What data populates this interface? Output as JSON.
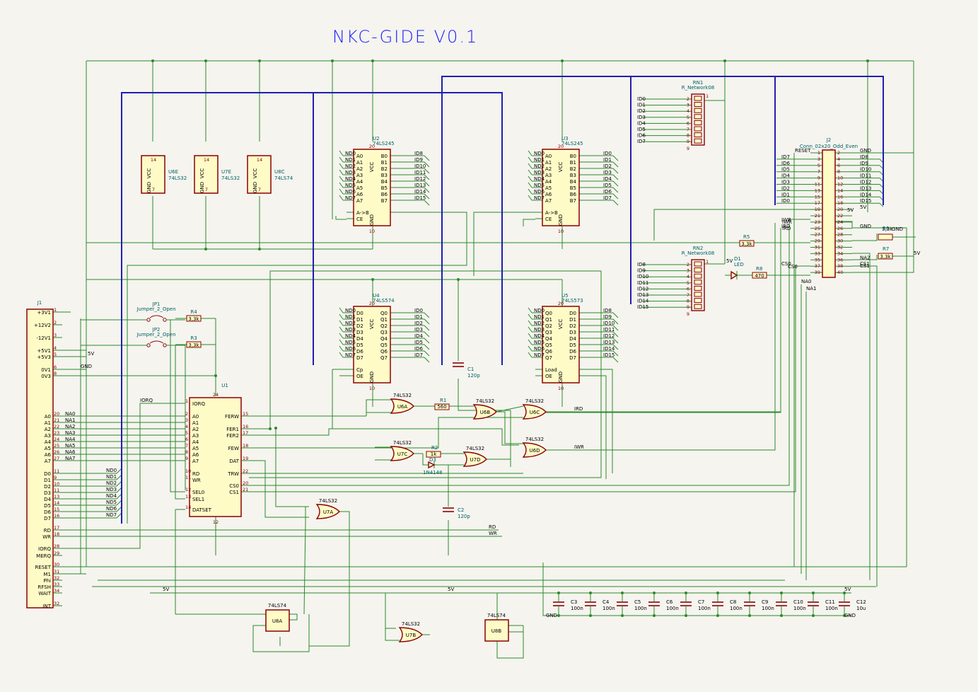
{
  "title": "NKC-GIDE V0.1",
  "colors": {
    "wire": "#2a8a2a",
    "bus": "#1f1fb0",
    "chip_fill": "#fffbc7",
    "chip_border": "#8b0000",
    "title": "#1c1cff"
  },
  "j1": {
    "ref": "J1",
    "pins": [
      "+3V1",
      "+12V2",
      "-12V1",
      "+5V1",
      "+5V3",
      "0V1",
      "0V3",
      "A0",
      "A1",
      "A2",
      "A3",
      "A4",
      "A5",
      "A6",
      "A7",
      "D0",
      "D1",
      "D2",
      "D3",
      "D4",
      "D5",
      "D6",
      "D7",
      "RD",
      "WR",
      "IORQ",
      "MERQ",
      "RESET",
      "M1",
      "Phi",
      "RFSH",
      "WAIT",
      "INT"
    ],
    "nets_left": [
      "NA0",
      "NA1",
      "NA2",
      "NA3",
      "NA4",
      "NA5",
      "NA6",
      "NA7"
    ],
    "nets_data": [
      "ND0",
      "ND1",
      "ND2",
      "ND3",
      "ND4",
      "ND5",
      "ND6",
      "ND7"
    ]
  },
  "jumpers": [
    {
      "ref": "JP1",
      "value": "Jumper_2_Open"
    },
    {
      "ref": "JP2",
      "value": "Jumper_2_Open"
    }
  ],
  "resistors": [
    {
      "ref": "R4",
      "value": "3,3k"
    },
    {
      "ref": "R3",
      "value": "3,3k"
    },
    {
      "ref": "R1",
      "value": "560"
    },
    {
      "ref": "R2",
      "value": "1k"
    },
    {
      "ref": "R5",
      "value": "3,3k"
    },
    {
      "ref": "R6",
      "value": "3,3k"
    },
    {
      "ref": "R7",
      "value": "3,3k"
    },
    {
      "ref": "R8",
      "value": "470"
    }
  ],
  "u1": {
    "ref": "U1",
    "left": [
      "IORQ",
      "A0",
      "A1",
      "A2",
      "A3",
      "A4",
      "A5",
      "A6",
      "A7",
      "RD",
      "WR",
      "SEL0",
      "SEL1",
      "DATSET"
    ],
    "right": [
      "FERW",
      "FER1",
      "FER2",
      "FEW",
      "DAT",
      "TRW",
      "CS0",
      "CS1"
    ]
  },
  "power_units": [
    {
      "ref": "U6E",
      "value": "74LS32"
    },
    {
      "ref": "U7E",
      "value": "74LS32"
    },
    {
      "ref": "U8C",
      "value": "74LS74"
    }
  ],
  "u2": {
    "ref": "U2",
    "value": "74LS245",
    "left": [
      "A0",
      "A1",
      "A2",
      "A3",
      "A4",
      "A5",
      "A6",
      "A7",
      "A->B",
      "CE"
    ],
    "right": [
      "B0",
      "B1",
      "B2",
      "B3",
      "B4",
      "B5",
      "B6",
      "B7"
    ],
    "outs": [
      "ID8",
      "ID9",
      "ID10",
      "ID11",
      "ID12",
      "ID13",
      "ID14",
      "ID15"
    ]
  },
  "u3": {
    "ref": "U3",
    "value": "74LS245",
    "outs": [
      "ID0",
      "ID1",
      "ID2",
      "ID3",
      "ID4",
      "ID5",
      "ID6",
      "ID7"
    ]
  },
  "u4": {
    "ref": "U4",
    "value": "74LS574",
    "left": [
      "D0",
      "D1",
      "D2",
      "D3",
      "D4",
      "D5",
      "D6",
      "D7",
      "Cp",
      "OE"
    ],
    "right": [
      "Q0",
      "Q1",
      "Q2",
      "Q3",
      "Q4",
      "Q5",
      "Q6",
      "Q7"
    ],
    "outs": [
      "ID0",
      "ID1",
      "ID2",
      "ID3",
      "ID4",
      "ID5",
      "ID6",
      "ID7"
    ]
  },
  "u5": {
    "ref": "U5",
    "value": "74LS573",
    "left": [
      "Q0",
      "Q1",
      "Q2",
      "Q3",
      "Q4",
      "Q5",
      "Q6",
      "Q7",
      "Load",
      "OE"
    ],
    "right": [
      "D0",
      "D1",
      "D2",
      "D3",
      "D4",
      "D5",
      "D6",
      "D7"
    ],
    "outs": [
      "ID8",
      "ID9",
      "ID10",
      "ID11",
      "ID12",
      "ID13",
      "ID14",
      "ID15"
    ]
  },
  "rn1": {
    "ref": "RN1",
    "value": "R_Network08",
    "nets": [
      "ID0",
      "ID1",
      "ID2",
      "ID3",
      "ID4",
      "ID5",
      "ID6",
      "ID7"
    ]
  },
  "rn2": {
    "ref": "RN2",
    "value": "R_Network08",
    "nets": [
      "ID8",
      "ID9",
      "ID10",
      "ID11",
      "ID12",
      "ID13",
      "ID14",
      "ID15"
    ]
  },
  "j2": {
    "ref": "J2",
    "value": "Conn_02x20_Odd_Even",
    "left_nets": [
      "RESET",
      "ID7",
      "ID6",
      "ID5",
      "ID4",
      "ID3",
      "ID2",
      "ID1",
      "ID0",
      "",
      "",
      "IWR",
      "IRD",
      "",
      "",
      "",
      "CS0"
    ],
    "right_nets": [
      "GND",
      "ID8",
      "ID9",
      "ID10",
      "ID11",
      "ID12",
      "ID13",
      "ID14",
      "ID15",
      "5V",
      "",
      "",
      "GND",
      "",
      "",
      "NA2",
      "CS1"
    ]
  },
  "gates": [
    {
      "ref": "U6A",
      "value": "74LS32"
    },
    {
      "ref": "U6B",
      "value": "74LS32"
    },
    {
      "ref": "U6C",
      "value": "74LS32"
    },
    {
      "ref": "U6D",
      "value": "74LS32"
    },
    {
      "ref": "U7C",
      "value": "74LS32"
    },
    {
      "ref": "U7D",
      "value": "74LS32"
    },
    {
      "ref": "U7A",
      "value": "74LS32"
    },
    {
      "ref": "U7B",
      "value": "74LS32"
    }
  ],
  "flipflops": [
    {
      "ref": "U8A",
      "value": "74LS74"
    },
    {
      "ref": "U8B",
      "value": "74LS74"
    }
  ],
  "diodes": [
    {
      "ref": "D1",
      "value": "LED"
    },
    {
      "ref": "D3",
      "value": "1N4148"
    }
  ],
  "caps_small": [
    {
      "ref": "C1",
      "value": "120p"
    },
    {
      "ref": "C2",
      "value": "120p"
    }
  ],
  "caps_bank": [
    {
      "ref": "C3",
      "value": "100n"
    },
    {
      "ref": "C4",
      "value": "100n"
    },
    {
      "ref": "C5",
      "value": "100n"
    },
    {
      "ref": "C6",
      "value": "100n"
    },
    {
      "ref": "C7",
      "value": "100n"
    },
    {
      "ref": "C8",
      "value": "100n"
    },
    {
      "ref": "C9",
      "value": "100n"
    },
    {
      "ref": "C10",
      "value": "100n"
    },
    {
      "ref": "C11",
      "value": "100n"
    },
    {
      "ref": "C12",
      "value": "10u"
    }
  ],
  "nets": {
    "v5": "5V",
    "gnd": "GND",
    "rd": "RD",
    "wr": "WR",
    "ird": "IRD",
    "iwr": "IWR",
    "iorq": "IORQ",
    "na0": "NA0",
    "na1": "NA1",
    "cs0": "CS0",
    "cs1": "CS1",
    "na2": "NA2"
  }
}
